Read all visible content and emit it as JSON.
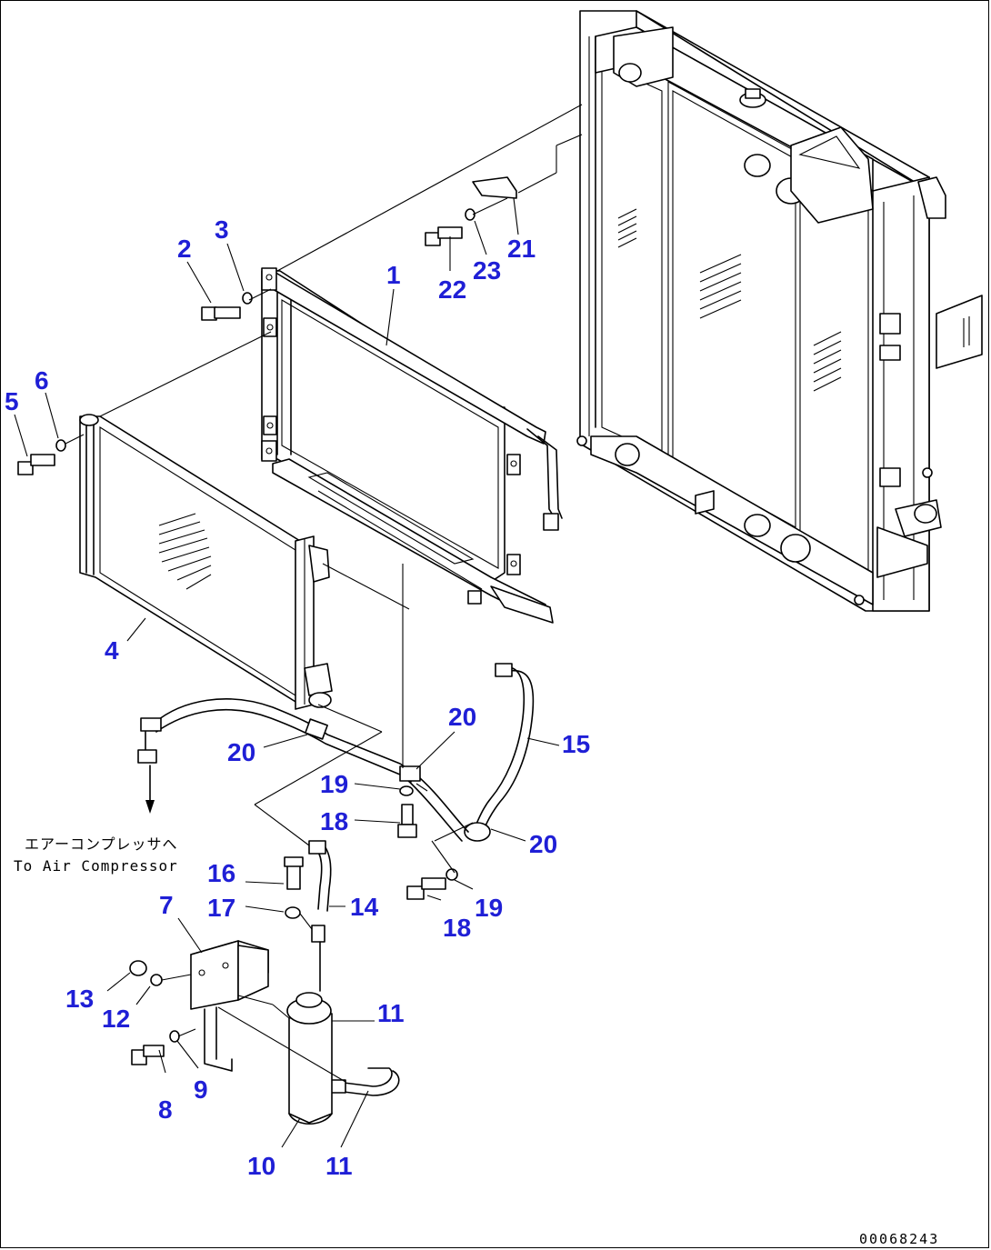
{
  "diagram": {
    "parts": [
      {
        "id": "p1",
        "number": "1"
      },
      {
        "id": "p2",
        "number": "2"
      },
      {
        "id": "p3",
        "number": "3"
      },
      {
        "id": "p4",
        "number": "4"
      },
      {
        "id": "p5",
        "number": "5"
      },
      {
        "id": "p6",
        "number": "6"
      },
      {
        "id": "p7",
        "number": "7"
      },
      {
        "id": "p8",
        "number": "8"
      },
      {
        "id": "p9",
        "number": "9"
      },
      {
        "id": "p10",
        "number": "10"
      },
      {
        "id": "p11a",
        "number": "11"
      },
      {
        "id": "p11b",
        "number": "11"
      },
      {
        "id": "p12",
        "number": "12"
      },
      {
        "id": "p13",
        "number": "13"
      },
      {
        "id": "p14",
        "number": "14"
      },
      {
        "id": "p15",
        "number": "15"
      },
      {
        "id": "p16",
        "number": "16"
      },
      {
        "id": "p17",
        "number": "17"
      },
      {
        "id": "p18a",
        "number": "18"
      },
      {
        "id": "p18b",
        "number": "18"
      },
      {
        "id": "p19a",
        "number": "19"
      },
      {
        "id": "p19b",
        "number": "19"
      },
      {
        "id": "p20a",
        "number": "20"
      },
      {
        "id": "p20b",
        "number": "20"
      },
      {
        "id": "p20c",
        "number": "20"
      },
      {
        "id": "p21",
        "number": "21"
      },
      {
        "id": "p22",
        "number": "22"
      },
      {
        "id": "p23",
        "number": "23"
      }
    ],
    "note_japanese": "エアーコンプレッサへ",
    "note_english": "To Air Compressor",
    "drawing_code": "00068243",
    "label_color": "#1f1fd6"
  }
}
